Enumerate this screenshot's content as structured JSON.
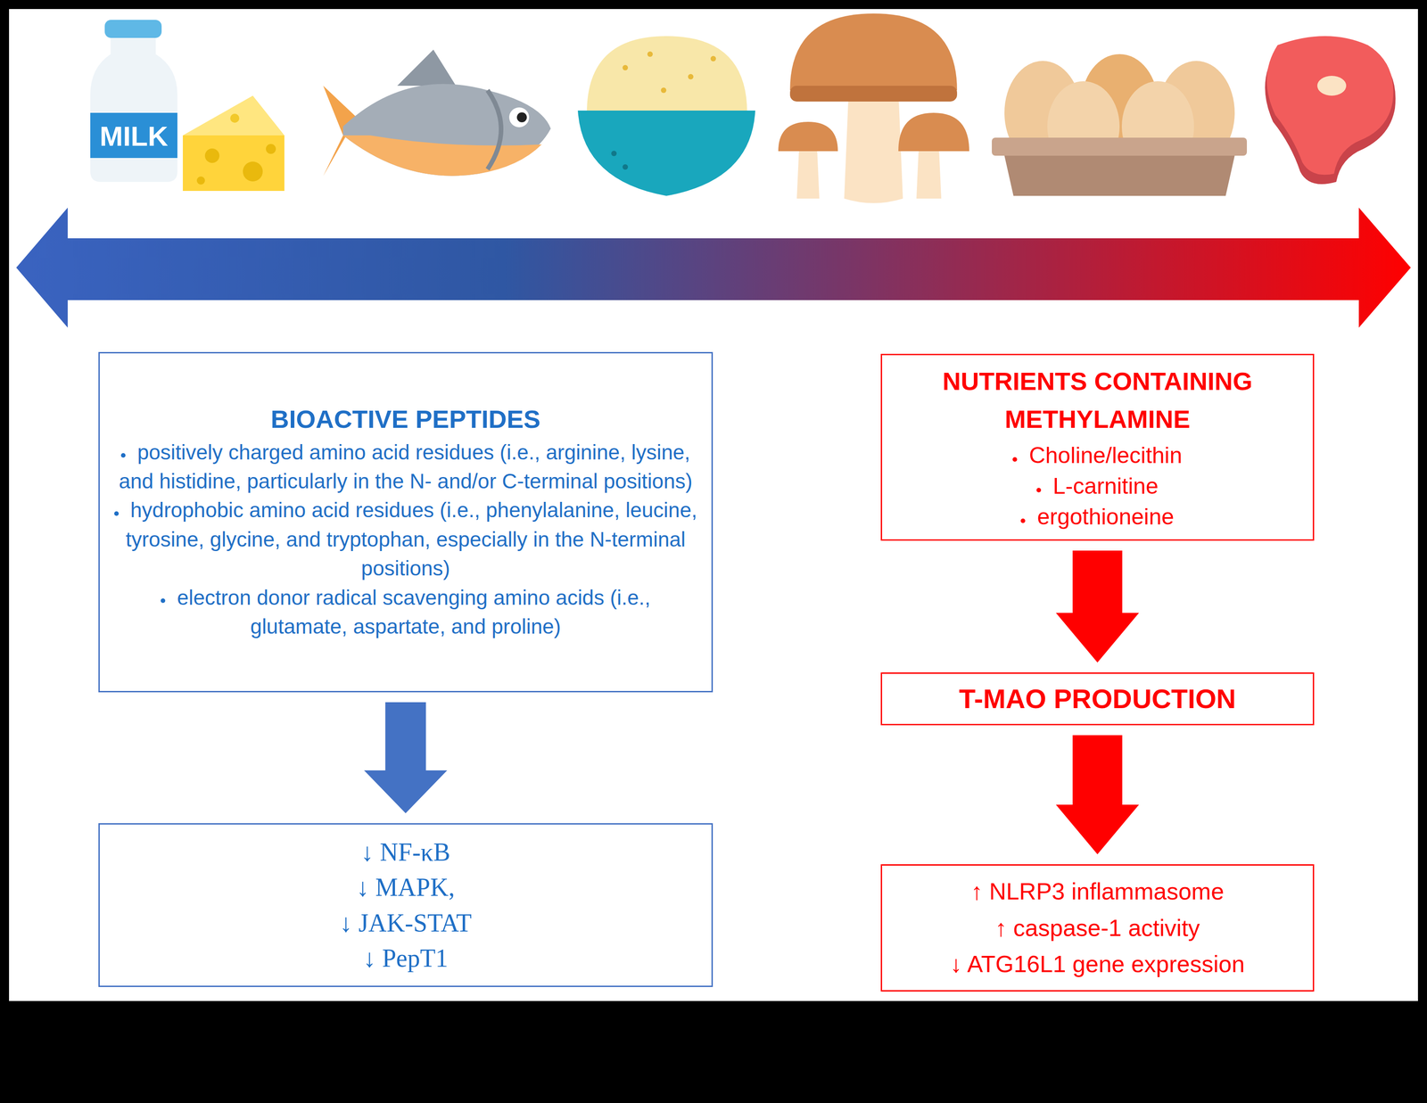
{
  "diagram": {
    "nodes": [
      {
        "text": [
          "BIOACTIVE PEPTIDES",
          "positively charged amino acid residues (i.e., arginine, lysine, and histidine, particularly in the N- and/or C-terminal positions)",
          "hydrophobic amino acid residues (i.e., phenylalanine, leucine, tyrosine, glycine, and tryptophan, especially in the N-terminal positions)",
          "electron donor radical scavenging amino acids (i.e., glutamate, aspartate, and proline)"
        ]
      },
      {
        "text": [
          "↓ NF-κB",
          "↓ MAPK,",
          "↓ JAK-STAT",
          "↓ PepT1"
        ]
      },
      {
        "text": [
          "NUTRIENTS CONTAINING METHYLAMINE",
          "Choline/lecithin",
          "L-carnitine",
          "ergothioneine"
        ]
      },
      {
        "text": [
          "T-MAO PRODUCTION"
        ]
      },
      {
        "text": [
          "↑ NLRP3 inflammasome",
          "↑ caspase-1 activity",
          "↓ ATG16L1 gene expression"
        ]
      }
    ],
    "edges": [
      {
        "from": 0,
        "to": 1,
        "arrow": "to"
      },
      {
        "from": 2,
        "to": 3,
        "arrow": "to"
      },
      {
        "from": 3,
        "to": 4,
        "arrow": "to"
      }
    ],
    "labels": [
      "MILK"
    ]
  }
}
